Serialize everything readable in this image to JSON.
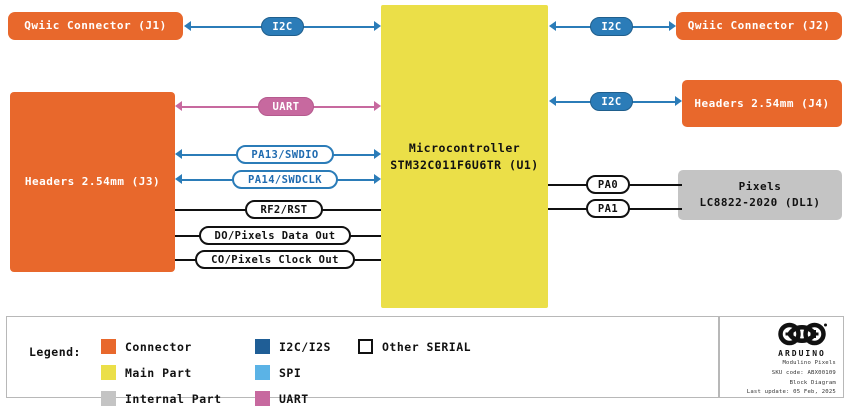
{
  "blocks": {
    "qwiic_j1": "Qwiic Connector (J1)",
    "qwiic_j2": "Qwiic Connector (J2)",
    "headers_j3": "Headers 2.54mm (J3)",
    "headers_j4": "Headers 2.54mm (J4)",
    "mcu_line1": "Microcontroller",
    "mcu_line2": "STM32C011F6U6TR (U1)",
    "pixels_line1": "Pixels",
    "pixels_line2": "LC8822-2020 (DL1)"
  },
  "signals": {
    "i2c_j1": "I2C",
    "i2c_j2": "I2C",
    "i2c_j4": "I2C",
    "uart": "UART",
    "swdio": "PA13/SWDIO",
    "swdclk": "PA14/SWDCLK",
    "reset": "RF2/RST",
    "data_out": "DO/Pixels Data Out",
    "clock_out": "CO/Pixels Clock Out",
    "pa0": "PA0",
    "pa1": "PA1"
  },
  "legend": {
    "title": "Legend:",
    "items": [
      {
        "label": "Connector",
        "color": "#E8682C"
      },
      {
        "label": "Main Part",
        "color": "#EBDF48"
      },
      {
        "label": "Internal Part",
        "color": "#C4C4C4"
      },
      {
        "label": "I2C/I2S",
        "color": "#1F5E96"
      },
      {
        "label": "SPI",
        "color": "#5BB3E6"
      },
      {
        "label": "UART",
        "color": "#C7699F"
      },
      {
        "label": "Other SERIAL",
        "color": "#FFFFFF"
      }
    ]
  },
  "info": {
    "brand": "ARDUINO",
    "product": "Modulino Pixels",
    "sku": "SKU code: ABX00109",
    "doc_type": "Block Diagram",
    "last_update": "Last update: 05 Feb, 2025"
  }
}
